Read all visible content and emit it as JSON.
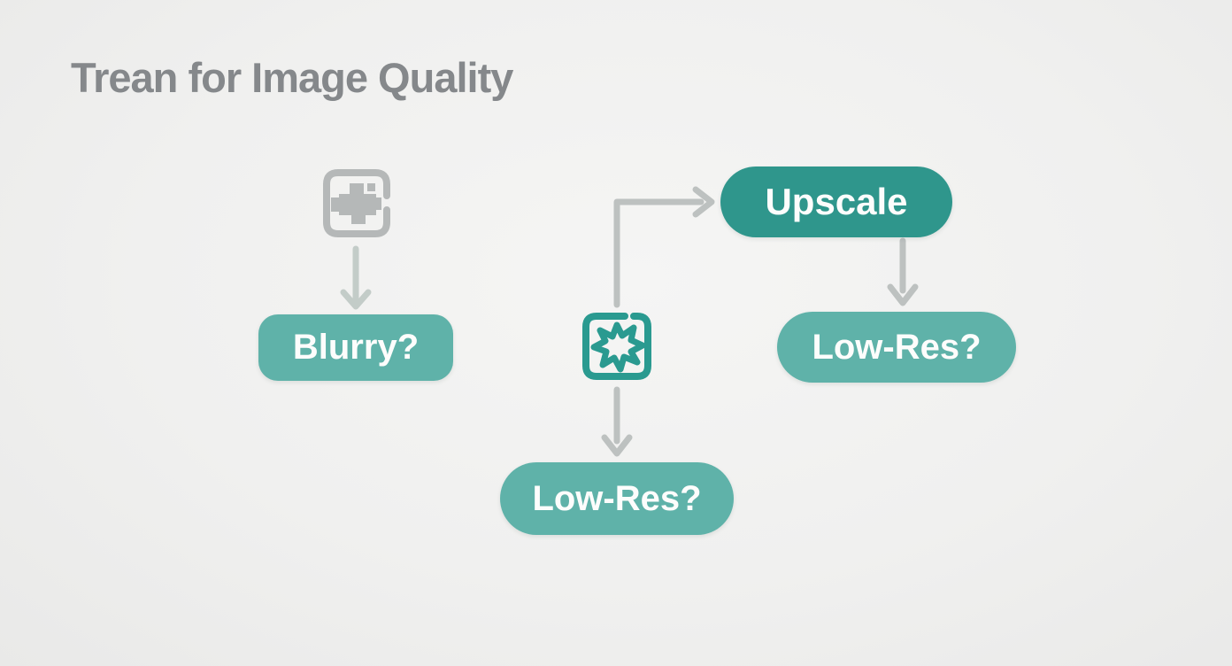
{
  "header": {
    "title": "Trean for Image Quality"
  },
  "diagram": {
    "type": "flowchart",
    "nodes": {
      "source_image_icon": {
        "icon": "pixelated-image-icon",
        "label": ""
      },
      "blurry": {
        "label": "Blurry?",
        "shape": "rounded-rect",
        "fill": "#5fb2a9"
      },
      "burst_image_icon": {
        "icon": "burst-image-icon",
        "label": ""
      },
      "upscale": {
        "label": "Upscale",
        "shape": "stadium",
        "fill": "#2f968c"
      },
      "low_res_right": {
        "label": "Low-Res?",
        "shape": "stadium",
        "fill": "#5fb2a9"
      },
      "low_res_bottom": {
        "label": "Low-Res?",
        "shape": "stadium",
        "fill": "#5fb2a9"
      }
    },
    "edges": [
      {
        "from": "source_image_icon",
        "to": "blurry",
        "style": "straight-down-arrow"
      },
      {
        "from": "burst_image_icon",
        "to": "upscale",
        "style": "elbow-up-right-arrow"
      },
      {
        "from": "upscale",
        "to": "low_res_right",
        "style": "straight-down-arrow"
      },
      {
        "from": "burst_image_icon",
        "to": "low_res_bottom",
        "style": "straight-down-arrow"
      }
    ]
  },
  "colors": {
    "background": "#f0f0ef",
    "title_text": "#85888b",
    "teal_dark": "#2f968c",
    "teal_mid": "#5fb2a9",
    "teal_icon_stroke": "#2a9a90",
    "gray_icon": "#b5b8b8",
    "arrow_gray": "#bdc1c0",
    "arrow_gray_green": "#c3ccc8",
    "node_text": "#fdfdfc"
  }
}
